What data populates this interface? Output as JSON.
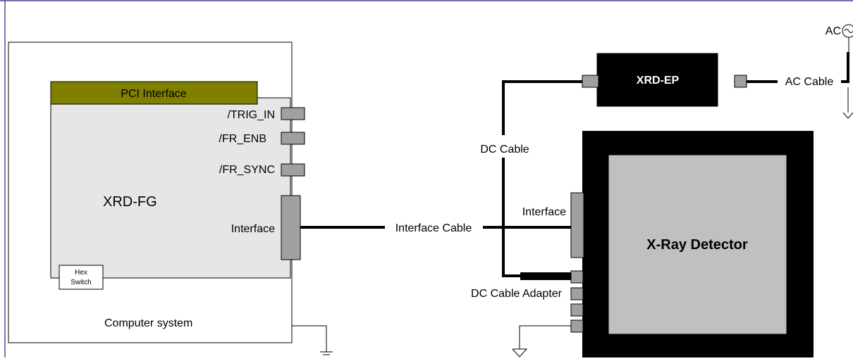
{
  "colors": {
    "frame": "#1f1f7a",
    "pci_bar": "#7f7f00",
    "board_fill": "#e6e6e6",
    "connector_fill": "#a0a0a0",
    "device_black": "#000000",
    "detector_screen": "#c0c0c0",
    "cable": "#000000"
  },
  "computer": {
    "label": "Computer system",
    "board_label": "XRD-FG",
    "pci_label": "PCI Interface",
    "hex_switch_line1": "Hex",
    "hex_switch_line2": "Switch",
    "ports": {
      "trig_in": "/TRIG_IN",
      "fr_enb": "/FR_ENB",
      "fr_sync": "/FR_SYNC",
      "interface": "Interface"
    }
  },
  "power_unit": {
    "label": "XRD-EP"
  },
  "detector": {
    "label": "X-Ray Detector",
    "interface_label": "Interface"
  },
  "cables": {
    "interface_cable": "Interface Cable",
    "dc_cable": "DC Cable",
    "dc_cable_adapter": "DC Cable Adapter",
    "ac_cable": "AC Cable"
  },
  "ac_source": {
    "label": "AC"
  }
}
